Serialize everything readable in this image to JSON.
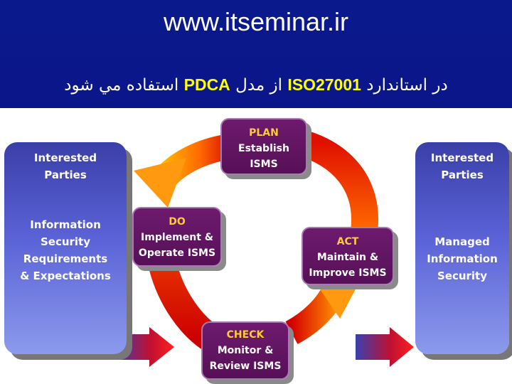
{
  "header": {
    "site": "www.itseminar.ir",
    "subtitle_pre": "در استاندارد ",
    "subtitle_iso": "ISO27001",
    "subtitle_mid": " از مدل ",
    "subtitle_pdca": "PDCA",
    "subtitle_post": " استفاده مي شود"
  },
  "left_panel": {
    "line1": "Interested",
    "line2": "Parties",
    "body1": "Information",
    "body2": "Security",
    "body3": "Requirements",
    "body4": "& Expectations"
  },
  "right_panel": {
    "line1": "Interested",
    "line2": "Parties",
    "body1": "Managed",
    "body2": "Information",
    "body3": "Security"
  },
  "phases": {
    "plan": {
      "title": "PLAN",
      "l1": "Establish",
      "l2": "ISMS"
    },
    "do": {
      "title": "DO",
      "l1": "Implement &",
      "l2": "Operate ISMS"
    },
    "act": {
      "title": "ACT",
      "l1": "Maintain &",
      "l2": "Improve ISMS"
    },
    "check": {
      "title": "CHECK",
      "l1": "Monitor &",
      "l2": "Review ISMS"
    }
  },
  "colors": {
    "header_bg": "#0a158a",
    "highlight": "#ffff00",
    "phase_title": "#ffcc33",
    "phase_box": "#5e145f",
    "arrow_red": "#d40000",
    "arrow_orange": "#ff9900"
  }
}
